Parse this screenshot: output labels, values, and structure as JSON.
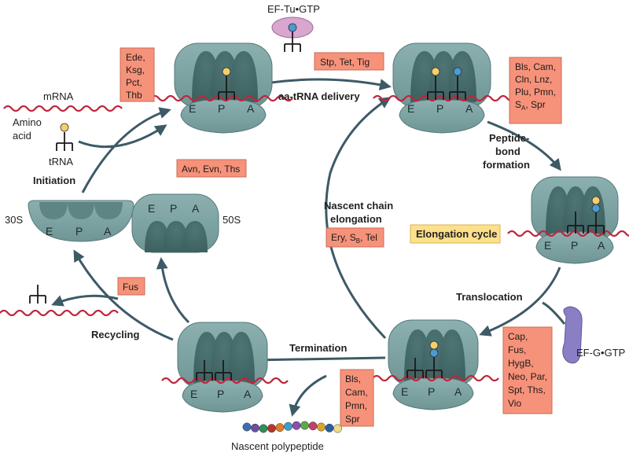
{
  "colors": {
    "ribosome": "#7fa3a3",
    "ribosome_dark": "#4f7272",
    "mrna": "#c0253c",
    "arrow": "#3d5a66",
    "antibiotic_box": "#f7927a",
    "elongation_box": "#fde08a",
    "ef_tu": "#d9a6cf",
    "ef_g": "#8a7fc4"
  },
  "labels": {
    "ef_tu_gtp": "EF-Tu•GTP",
    "ef_g_gtp": "EF-G•GTP",
    "mrna": "mRNA",
    "amino_acid_1": "Amino",
    "amino_acid_2": "acid",
    "trna": "tRNA",
    "initiation": "Initiation",
    "s30": "30S",
    "s50": "50S",
    "aa_trna_delivery": "aa-tRNA delivery",
    "peptide_1": "Peptide-",
    "peptide_2": "bond",
    "peptide_3": "formation",
    "nascent_1": "Nascent chain",
    "nascent_2": "elongation",
    "elongation_cycle": "Elongation cycle",
    "translocation": "Translocation",
    "termination": "Termination",
    "recycling": "Recycling",
    "nascent_polypeptide": "Nascent polypeptide"
  },
  "sites": {
    "e": "E",
    "p": "P",
    "a": "A"
  },
  "antibiotics": {
    "initiation": [
      "Ede,",
      "Ksg,",
      "Pct,",
      "Thb"
    ],
    "delivery": [
      "Stp, Tet, Tig"
    ],
    "peptide_bond": [
      "Bls, Cam,",
      "Cln, Lnz,",
      "Plu, Pmn,",
      "S",
      "A",
      ", Spr"
    ],
    "subunit": [
      "Avn, Evn, Ths"
    ],
    "elongation": [
      "Ery, S",
      "B",
      ", Tel"
    ],
    "recycling": [
      "Fus"
    ],
    "translocation": [
      "Cap,",
      "Fus,",
      "HygB,",
      "Neo, Par,",
      "Spt, Ths,",
      "Vio"
    ],
    "termination": [
      "Bls,",
      "Cam,",
      "Pmn,",
      "Spr"
    ]
  },
  "polypeptide_colors": [
    "#3b6fb5",
    "#6a4fa0",
    "#2f8f5b",
    "#b7342f",
    "#e07c2a",
    "#3aa0c8",
    "#8a4fb0",
    "#5fa84a",
    "#c43e6c",
    "#d9a52a",
    "#2b5fa0",
    "#f0dc8a"
  ]
}
